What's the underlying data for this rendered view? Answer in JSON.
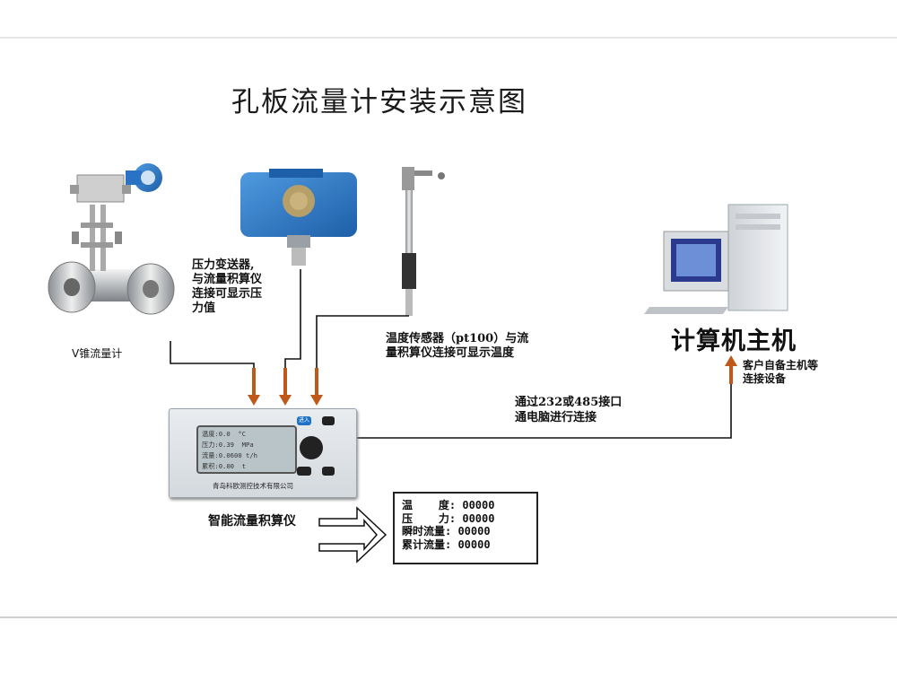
{
  "title": "孔板流量计安装示意图",
  "flowmeter": {
    "caption": "V锥流量计"
  },
  "pressure_transmitter": {
    "lines": [
      "压力变送器,",
      "与流量积算仪",
      "连接可显示压",
      "力值"
    ]
  },
  "temperature_sensor": {
    "lines": [
      "温度传感器（pt100）与流",
      "量积算仪连接可显示温度"
    ]
  },
  "computer": {
    "title": "计算机主机",
    "note_lines": [
      "客户自备主机等",
      "连接设备"
    ]
  },
  "connection": {
    "lines": [
      "通过232或485接口",
      "通电脑进行连接"
    ]
  },
  "meter": {
    "lcd": [
      "温度:0.0  °C",
      "压力:0.39  MPa",
      "流量:0.0600 t/h",
      "累积:0.00  t"
    ],
    "brand": "青岛科欧测控技术有限公司",
    "enter_btn": "进入"
  },
  "device_label": "智能流量积算仪",
  "values": [
    "温    度: 00000",
    "压    力: 00000",
    "瞬时流量: 00000",
    "累计流量: 00000"
  ],
  "colors": {
    "arrow": "#c0581a",
    "line": "#111111",
    "transmitter": "#2a72c4"
  }
}
